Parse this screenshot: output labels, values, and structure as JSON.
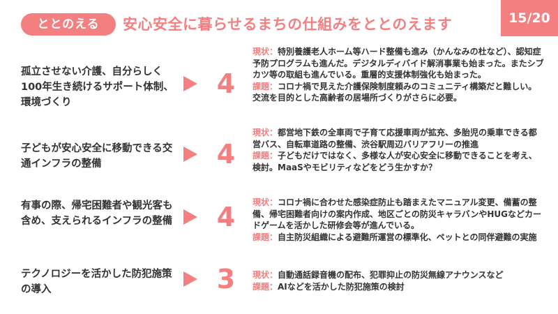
{
  "header": {
    "brand": "ととのえる",
    "title": "安心安全に暮らせるまちの仕組みをととのえます",
    "page": "15/20"
  },
  "rows": [
    {
      "theme": "孤立させない介護、自分らしく100年生き続けるサポート体制、環境づくり",
      "score": "4",
      "status_label": "現状：",
      "status": "特別養護老人ホーム等ハード整備も進み（かんなみの杜など）、認知症予防プログラムも進んだ。デジタルディバイド解消事業も始まった。またシブカツ等の取組も進んでいる。重層的支援体制強化も始まった。",
      "issue_label": "課題：",
      "issue": "コロナ禍で見えた介護保険制度頼みのコミュニティ構築だと難しい。交流を目的とした高齢者の居場所づくりがさらに必要。"
    },
    {
      "theme": "子どもが安心安全に移動できる交通インフラの整備",
      "score": "4",
      "status_label": "現状：",
      "status": "都営地下鉄の全車両で子育て応援車両が拡充、多胎児の乗車できる都営バス、自転車道路の整備、渋谷駅周辺バリアフリーの推進",
      "issue_label": "課題：",
      "issue": "子どもだけではなく、多様な人が安心安全に移動できることを考え、検討。MaaSやモビリティなどをどう生かすか？"
    },
    {
      "theme": "有事の際、帰宅困難者や観光客も含め、支えられるインフラの整備",
      "score": "4",
      "status_label": "現状：",
      "status": "コロナ禍に合わせた感染症防止も踏まえたマニュアル変更、備蓄の整備、帰宅困難者向けの案内作成、地区ごとの防災キャラバンやHUGなどカードゲームを活かした研修会等が進んでいる。",
      "issue_label": "課題：",
      "issue": "自主防災組織による避難所運営の標準化、ペットとの同伴避難の実施"
    },
    {
      "theme": "テクノロジーを活かした防犯施策の導入",
      "score": "3",
      "status_label": "現状：",
      "status": "自動通話録音機の配布、犯罪抑止の防災無線アナウンスなど",
      "issue_label": "課題：",
      "issue": "AIなどを活かした防犯施策の検討"
    }
  ],
  "colors": {
    "accent": "#f47f80",
    "text": "#333333",
    "background": "#ffffff"
  }
}
